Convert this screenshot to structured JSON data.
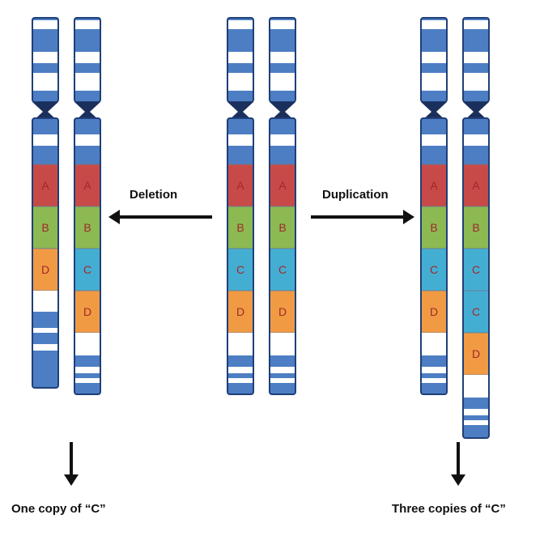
{
  "diagram": {
    "labels": {
      "deletion": "Deletion",
      "duplication": "Duplication",
      "one_copy": "One copy of “C”",
      "three_copies": "Three copies of “C”"
    },
    "colors": {
      "outline": "#1f3f78",
      "blue_band": "#4d7ec3",
      "white_band": "#ffffff",
      "A": "#c84a48",
      "B": "#8cb952",
      "C": "#44aed2",
      "D": "#f19a44",
      "gene_text": "#a0282b",
      "arrow": "#111111"
    },
    "chromosome_pairs": [
      {
        "id": "deleted-pair",
        "chromosomes": [
          {
            "genes": [
              "A",
              "B",
              "D"
            ],
            "long_arm": "deleted"
          },
          {
            "genes": [
              "A",
              "B",
              "C",
              "D"
            ],
            "long_arm": "normal"
          }
        ]
      },
      {
        "id": "original-pair",
        "chromosomes": [
          {
            "genes": [
              "A",
              "B",
              "C",
              "D"
            ],
            "long_arm": "normal"
          },
          {
            "genes": [
              "A",
              "B",
              "C",
              "D"
            ],
            "long_arm": "normal"
          }
        ]
      },
      {
        "id": "duplicated-pair",
        "chromosomes": [
          {
            "genes": [
              "A",
              "B",
              "C",
              "D"
            ],
            "long_arm": "normal"
          },
          {
            "genes": [
              "A",
              "B",
              "C",
              "C",
              "D"
            ],
            "long_arm": "duplicated"
          }
        ]
      }
    ]
  }
}
